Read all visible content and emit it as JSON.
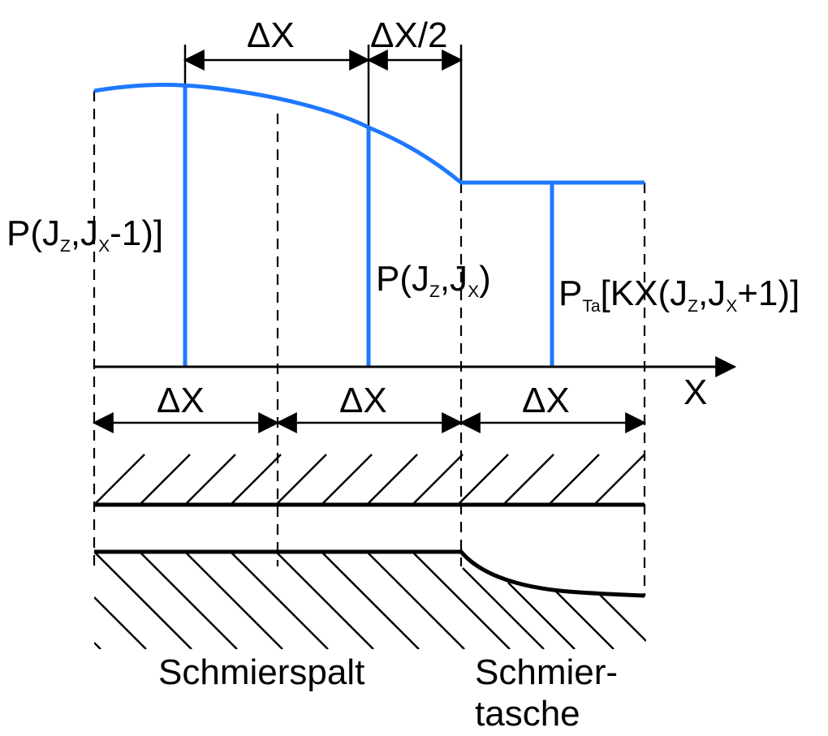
{
  "labels": {
    "dx_top": "ΔX",
    "dx_half": "ΔX/2",
    "p_prev_main": "P(J",
    "p_prev_z": "Z",
    "p_prev_mid": ",J",
    "p_prev_x": "X",
    "p_prev_end": "-1)]",
    "p_cur_main": "P(J",
    "p_cur_z": "Z",
    "p_cur_mid": ",J",
    "p_cur_x": "X",
    "p_cur_end": ")",
    "p_ta_main": "P",
    "p_ta_sub": "Ta",
    "p_ta_mid": "[KX(J",
    "p_ta_z": "Z",
    "p_ta_mid2": ",J",
    "p_ta_x": "X",
    "p_ta_end": "+1)]",
    "axis_x": "X",
    "dx_bottom_1": "ΔX",
    "dx_bottom_2": "ΔX",
    "dx_bottom_3": "ΔX",
    "region_gap": "Schmierspalt",
    "region_pocket_line1": "Schmier-",
    "region_pocket_line2": "tasche"
  },
  "colors": {
    "pressure_line": "#1e78ff",
    "ink": "#000000",
    "background": "#ffffff"
  }
}
